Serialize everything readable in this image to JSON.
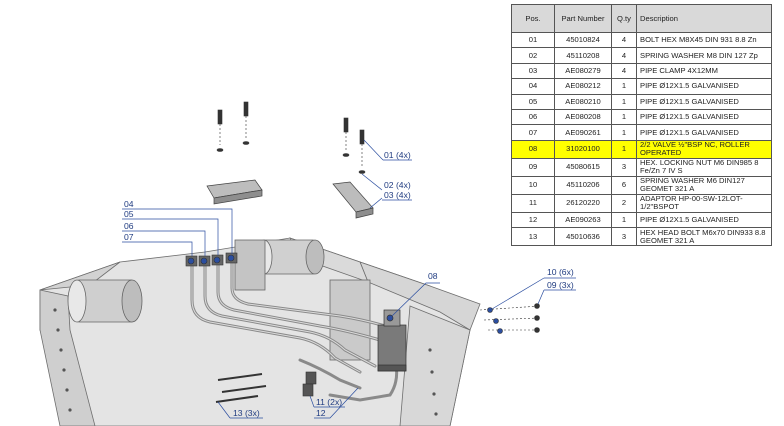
{
  "table": {
    "headers": [
      "Pos.",
      "Part Number",
      "Q.ty",
      "Description"
    ],
    "rows": [
      {
        "pos": "01",
        "part": "45010824",
        "qty": "4",
        "desc": "BOLT HEX M8X45 DIN 931 8.8 Zn"
      },
      {
        "pos": "02",
        "part": "45110208",
        "qty": "4",
        "desc": "SPRING WASHER M8 DIN 127 Zp"
      },
      {
        "pos": "03",
        "part": "AE080279",
        "qty": "4",
        "desc": "PIPE CLAMP 4X12MM"
      },
      {
        "pos": "04",
        "part": "AE080212",
        "qty": "1",
        "desc": "PIPE Ø12X1.5 GALVANISED"
      },
      {
        "pos": "05",
        "part": "AE080210",
        "qty": "1",
        "desc": "PIPE Ø12X1.5 GALVANISED"
      },
      {
        "pos": "06",
        "part": "AE080208",
        "qty": "1",
        "desc": "PIPE Ø12X1.5 GALVANISED"
      },
      {
        "pos": "07",
        "part": "AE090261",
        "qty": "1",
        "desc": "PIPE Ø12X1.5 GALVANISED"
      },
      {
        "pos": "08",
        "part": "31020100",
        "qty": "1",
        "desc": "2/2 VALVE ½\"BSP NC, ROLLER OPERATED"
      },
      {
        "pos": "09",
        "part": "45080615",
        "qty": "3",
        "desc": "HEX. LOCKING NUT M6 DIN985 8 Fe/Zn 7 IV S"
      },
      {
        "pos": "10",
        "part": "45110206",
        "qty": "6",
        "desc": "SPRING WASHER M6 DIN127 GEOMET 321 A"
      },
      {
        "pos": "11",
        "part": "26120220",
        "qty": "2",
        "desc": "ADAPTOR HP-00-SW-12LOT-1/2\"BSPOT"
      },
      {
        "pos": "12",
        "part": "AE090263",
        "qty": "1",
        "desc": "PIPE Ø12X1.5 GALVANISED"
      },
      {
        "pos": "13",
        "part": "45010636",
        "qty": "3",
        "desc": "HEX HEAD BOLT M6x70 DIN933 8.8 GEOMET 321 A"
      }
    ],
    "highlight_row": "08",
    "highlight_color": "#ffff00"
  },
  "callouts": {
    "c01": "01 (4x)",
    "c02": "02 (4x)",
    "c03": "03 (4x)",
    "c04": "04",
    "c05": "05",
    "c06": "06",
    "c07": "07",
    "c08": "08",
    "c09": "09 (3x)",
    "c10": "10 (6x)",
    "c11": "11 (2x)",
    "c12": "12",
    "c13": "13 (3x)"
  }
}
